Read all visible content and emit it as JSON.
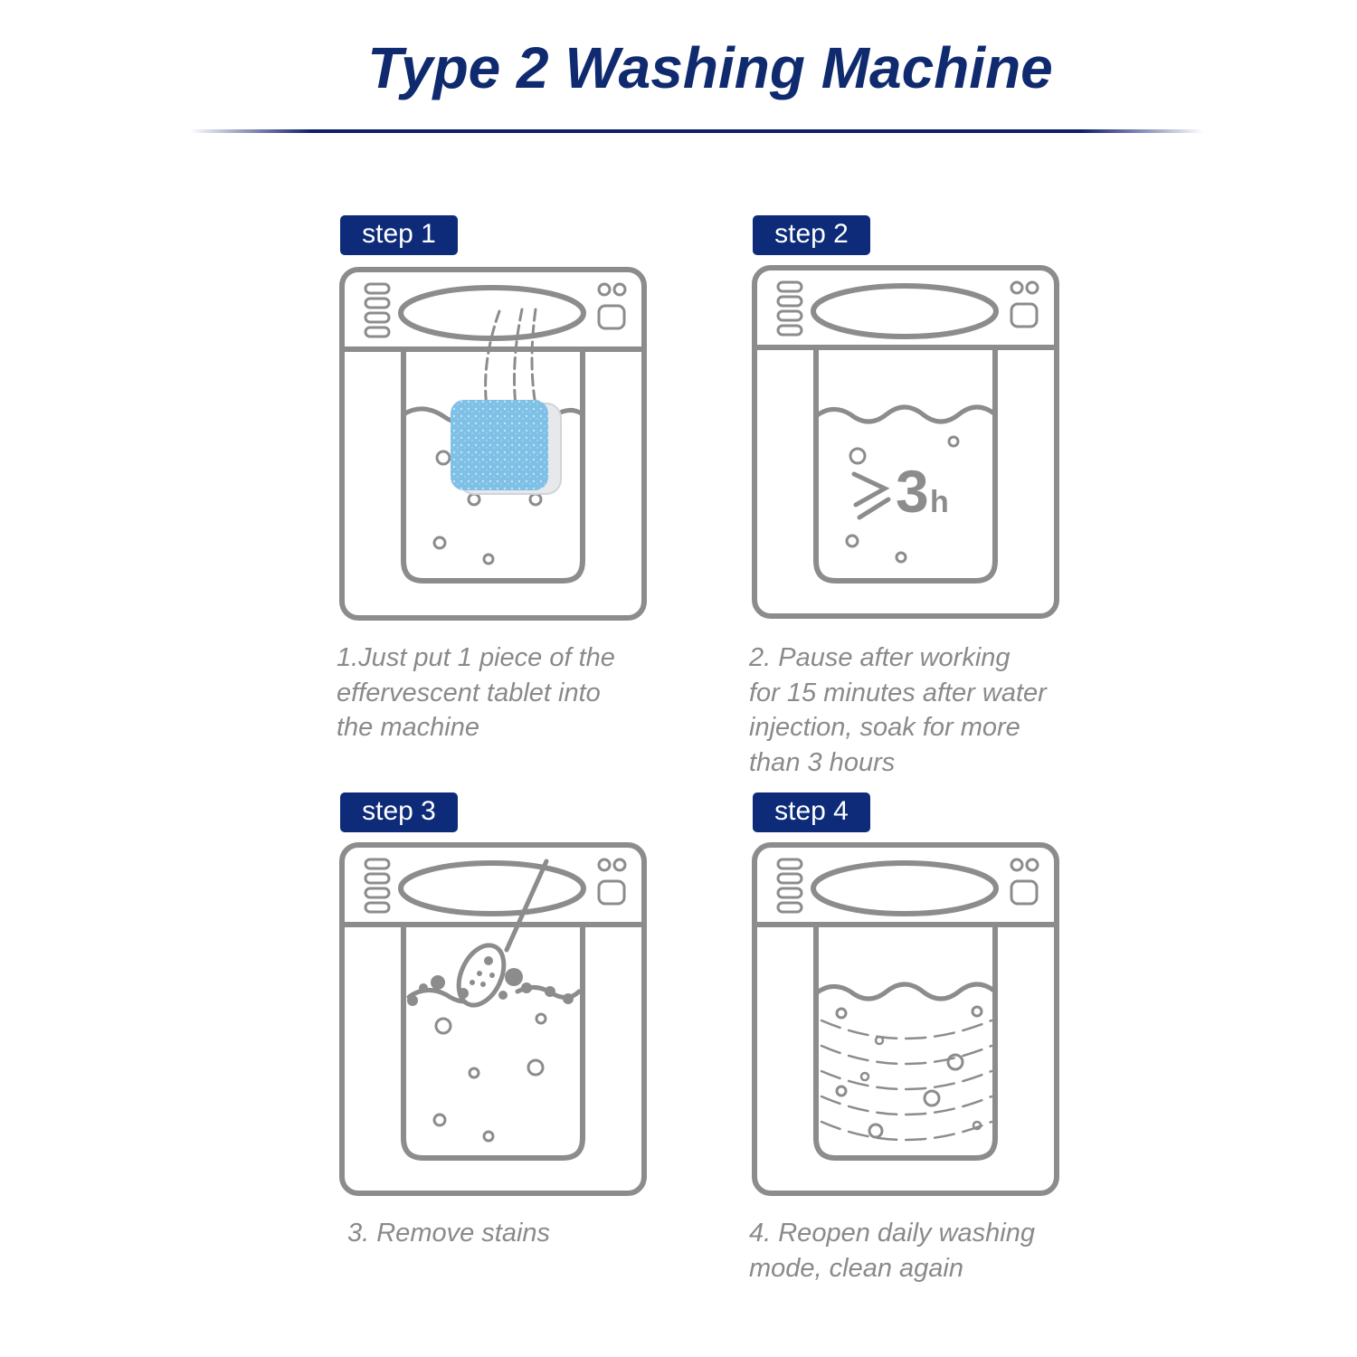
{
  "header": {
    "title": "Type 2 Washing Machine",
    "title_color": "#0f2a6e",
    "accent_color": "#0d2b78"
  },
  "steps": [
    {
      "badge": "step 1",
      "description": "1.Just put 1 piece of the\neffervescent tablet into\nthe machine",
      "illustration": "tablet-dropping-into-water"
    },
    {
      "badge": "step 2",
      "description": "2. Pause after working\nfor 15 minutes after water\ninjection, soak for more\nthan 3 hours",
      "illustration": "soak-timer",
      "timer_symbol": "≥",
      "timer_value": "3",
      "timer_unit": "h"
    },
    {
      "badge": "step 3",
      "description": "3. Remove stains",
      "illustration": "spoon-removing-stains"
    },
    {
      "badge": "step 4",
      "description": "4. Reopen daily washing\nmode, clean again",
      "illustration": "washing-water-swirl"
    }
  ],
  "colors": {
    "line_gray": "#8c8c8c",
    "text_gray": "#8a8a8a",
    "tablet_blue": "#7fc0e6"
  }
}
